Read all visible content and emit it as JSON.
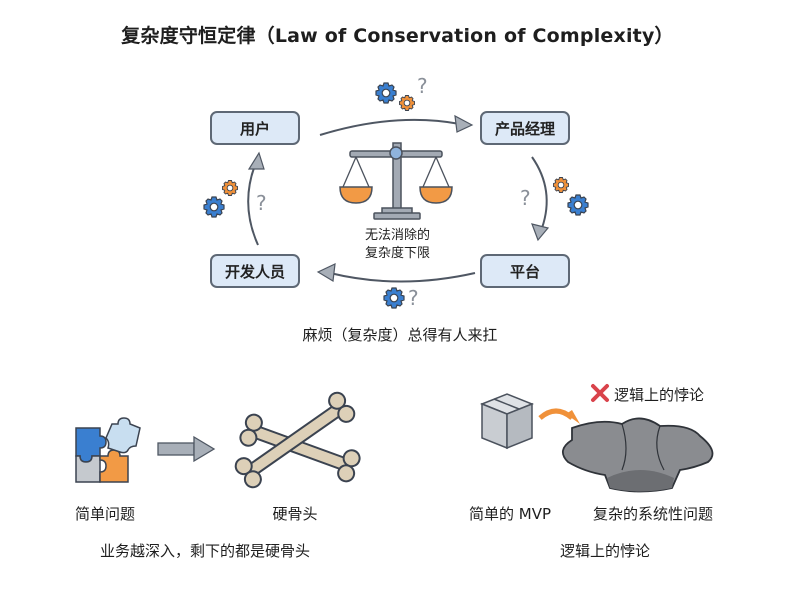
{
  "title": "复杂度守恒定律（Law of Conservation of Complexity）",
  "cycle": {
    "nodes": {
      "user": "用户",
      "product_manager": "产品经理",
      "platform": "平台",
      "developer": "开发人员"
    },
    "center_label_line1": "无法消除的",
    "center_label_line2": "复杂度下限",
    "caption": "麻烦（复杂度）总得有人来扛",
    "question_mark": "?"
  },
  "bottom_left": {
    "from_label": "简单问题",
    "to_label": "硬骨头",
    "caption": "业务越深入，剩下的都是硬骨头"
  },
  "bottom_right": {
    "from_label": "简单的 MVP",
    "to_label": "复杂的系统性问题",
    "warning_label": "逻辑上的悖论",
    "caption": "逻辑上的悖论"
  },
  "colors": {
    "node_fill": "#dde9f7",
    "node_border": "#5e6875",
    "gear_blue": "#3a7fd0",
    "gear_orange": "#f0913a",
    "pan_orange": "#f29a45",
    "bone": "#ddd0b8",
    "pit_gray": "#8a8c90",
    "cross_red": "#d9434b",
    "arrow_gray": "#5e6470"
  }
}
